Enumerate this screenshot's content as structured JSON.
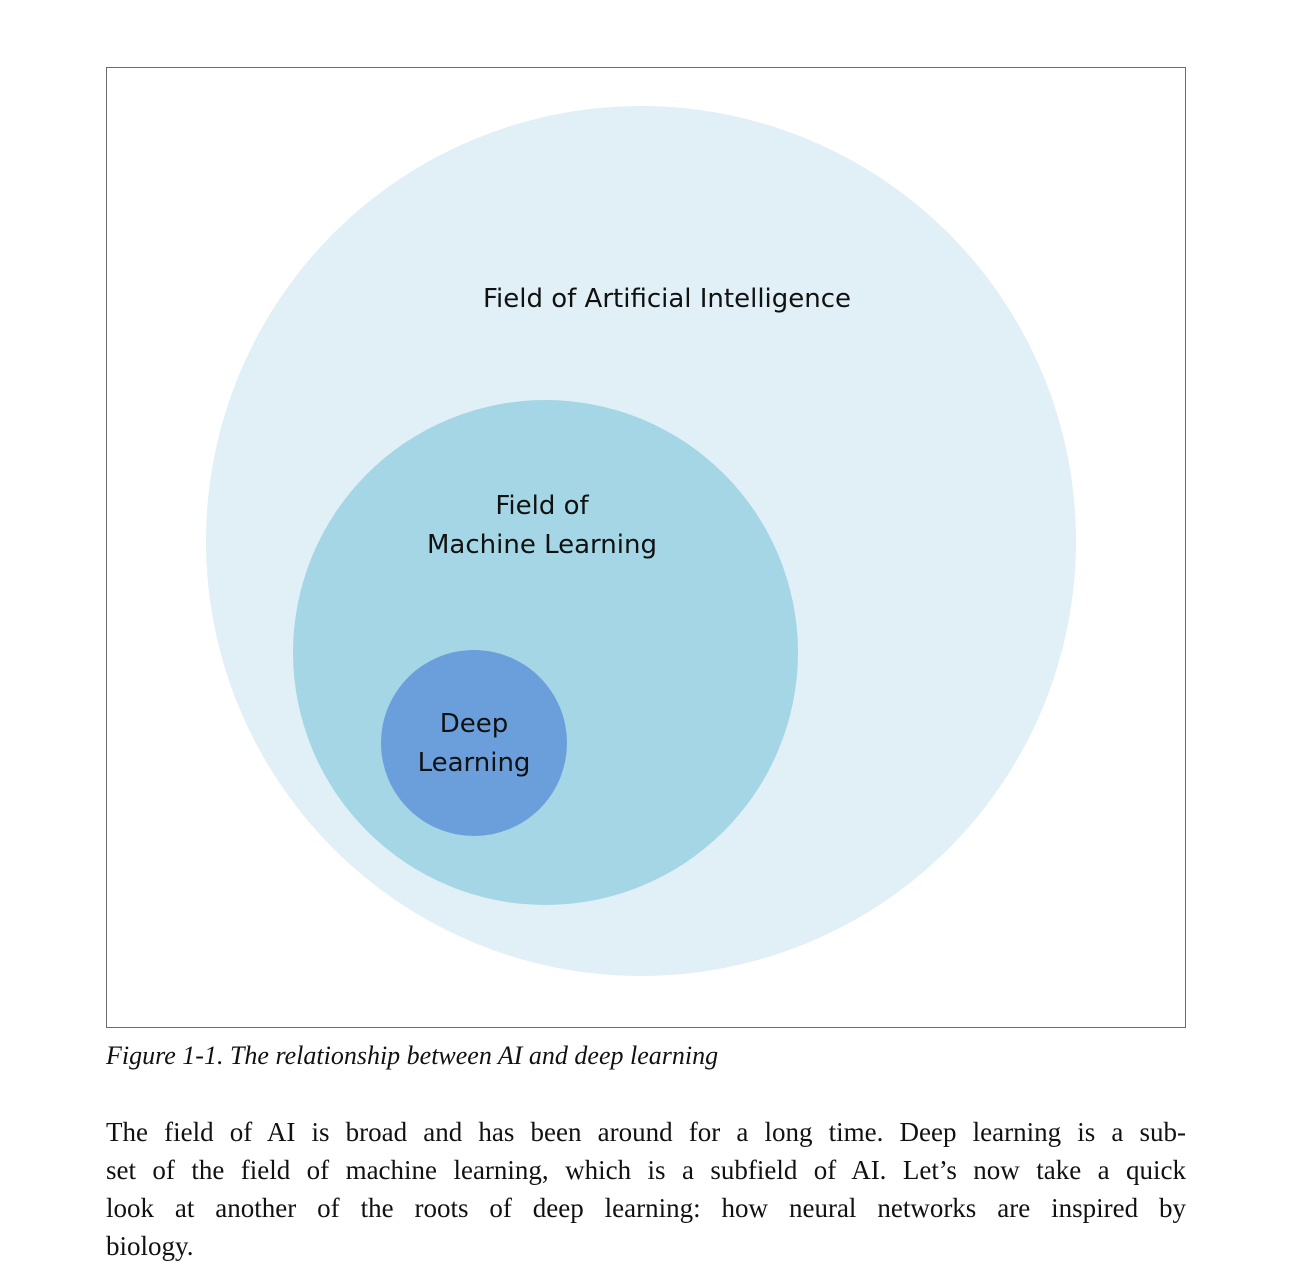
{
  "figure": {
    "circles": {
      "ai": {
        "label": "Field of Artificial Intelligence",
        "color": "#e0f0f6"
      },
      "ml": {
        "label_line1": "Field of",
        "label_line2": "Machine Learning",
        "color": "#a5d6e5"
      },
      "dl": {
        "label_line1": "Deep",
        "label_line2": "Learning",
        "color": "#6a9fdc"
      }
    },
    "caption": "Figure 1-1. The relationship between AI and deep learning"
  },
  "paragraph": {
    "lines": [
      "The field of AI is broad and has been around for a long time. Deep learning is a sub-",
      "set of the field of machine learning, which is a subfield of AI. Let’s now take a quick",
      "look at another of the roots of deep learning: how neural networks are inspired by",
      "biology."
    ]
  }
}
